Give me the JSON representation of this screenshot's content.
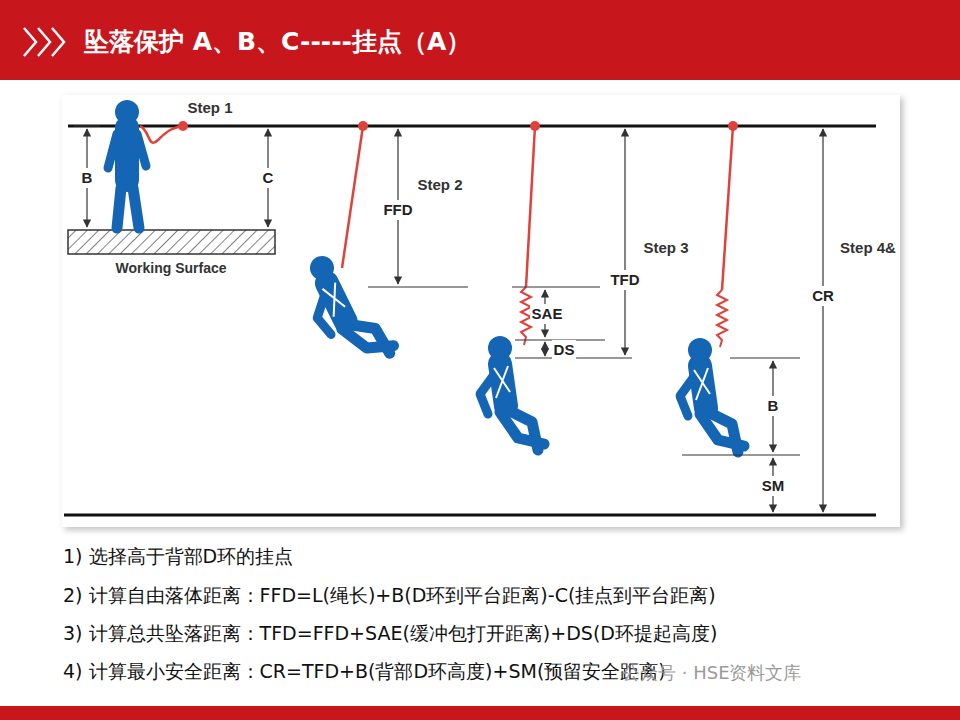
{
  "diagram": {
    "title": "坠落保护 A、B、C-----挂点（A）",
    "labels": [
      "Step 1",
      "B",
      "C",
      "Working Surface",
      "Step 2",
      "FFD",
      "Step 3",
      "SAE",
      "DS",
      "TFD",
      "Step 4&",
      "B",
      "SM",
      "CR",
      "1) 选择高于背部D环的挂点",
      "2) 计算自由落体距离：FFD=L(绳长)+B(D环到平台距离)-C(挂点到平台距离)",
      "3) 计算总共坠落距离：TFD=FFD+SAE(缓冲包打开距离)+DS(D环提起高度)",
      "4) 计算最小安全距离：CR=TFD+B(背部D环高度)+SM(预留安全距离)",
      "公众号 · HSE资料文库"
    ]
  }
}
